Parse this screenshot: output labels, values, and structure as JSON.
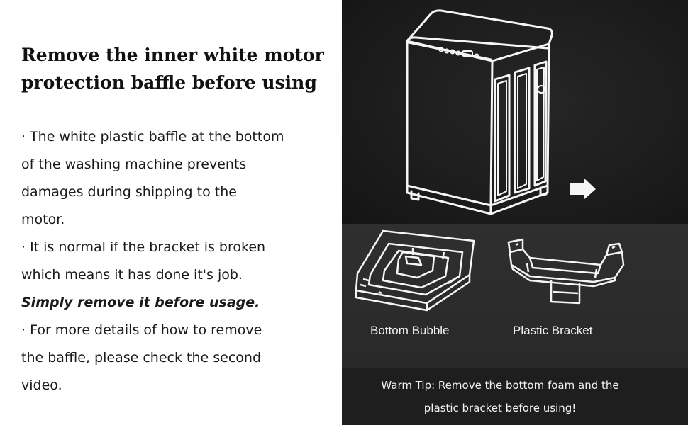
{
  "heading": {
    "line1": "Remove the inner white motor",
    "line2": "protection baffle before using"
  },
  "body": {
    "b1_l1": "· The white plastic baffle at the bottom",
    "b1_l2": "of the washing machine prevents",
    "b1_l3": "damages during shipping to the",
    "b1_l4": "motor.",
    "b2_l1": "· It is normal if the bracket is broken",
    "b2_l2": "which means it has done it's job.",
    "emphasis": "Simply remove it before usage.",
    "b3_l1": "· For more details of how to remove",
    "b3_l2": "the baffle, please check the second",
    "b3_l3": "video."
  },
  "illustration": {
    "label_bubble": "Bottom Bubble",
    "label_bracket": "Plastic Bracket",
    "tip_line1": "Warm Tip: Remove the bottom foam and the",
    "tip_line2": "plastic bracket before using!"
  },
  "colors": {
    "dark_panel": "#1c1c1c",
    "line_art": "#f5f5f5",
    "text_dark": "#111111"
  }
}
